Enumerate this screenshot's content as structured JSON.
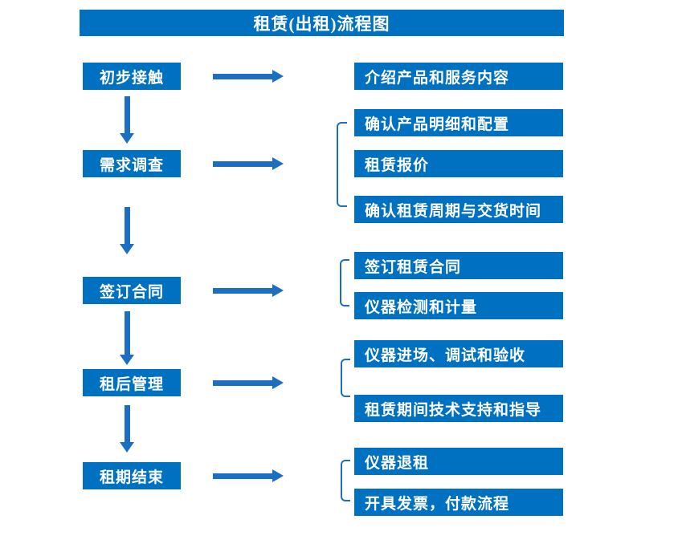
{
  "title": "租赁(出租)流程图",
  "colors": {
    "box_blue": "#0070c0",
    "arrow_blue": "#1b6ec2",
    "text_white": "#ffffff",
    "page_bg": "#ffffff"
  },
  "flow": {
    "steps": [
      {
        "label": "初步接触",
        "details": [
          "介绍产品和服务内容"
        ]
      },
      {
        "label": "需求调查",
        "details": [
          "确认产品明细和配置",
          "租赁报价",
          "确认租赁周期与交货时间"
        ]
      },
      {
        "label": "签订合同",
        "details": [
          "签订租赁合同",
          "仪器检测和计量"
        ]
      },
      {
        "label": "租后管理",
        "details": [
          "仪器进场、调试和验收",
          "租赁期间技术支持和指导"
        ]
      },
      {
        "label": "租期结束",
        "details": [
          "仪器退租",
          "开具发票，付款流程"
        ]
      }
    ]
  }
}
